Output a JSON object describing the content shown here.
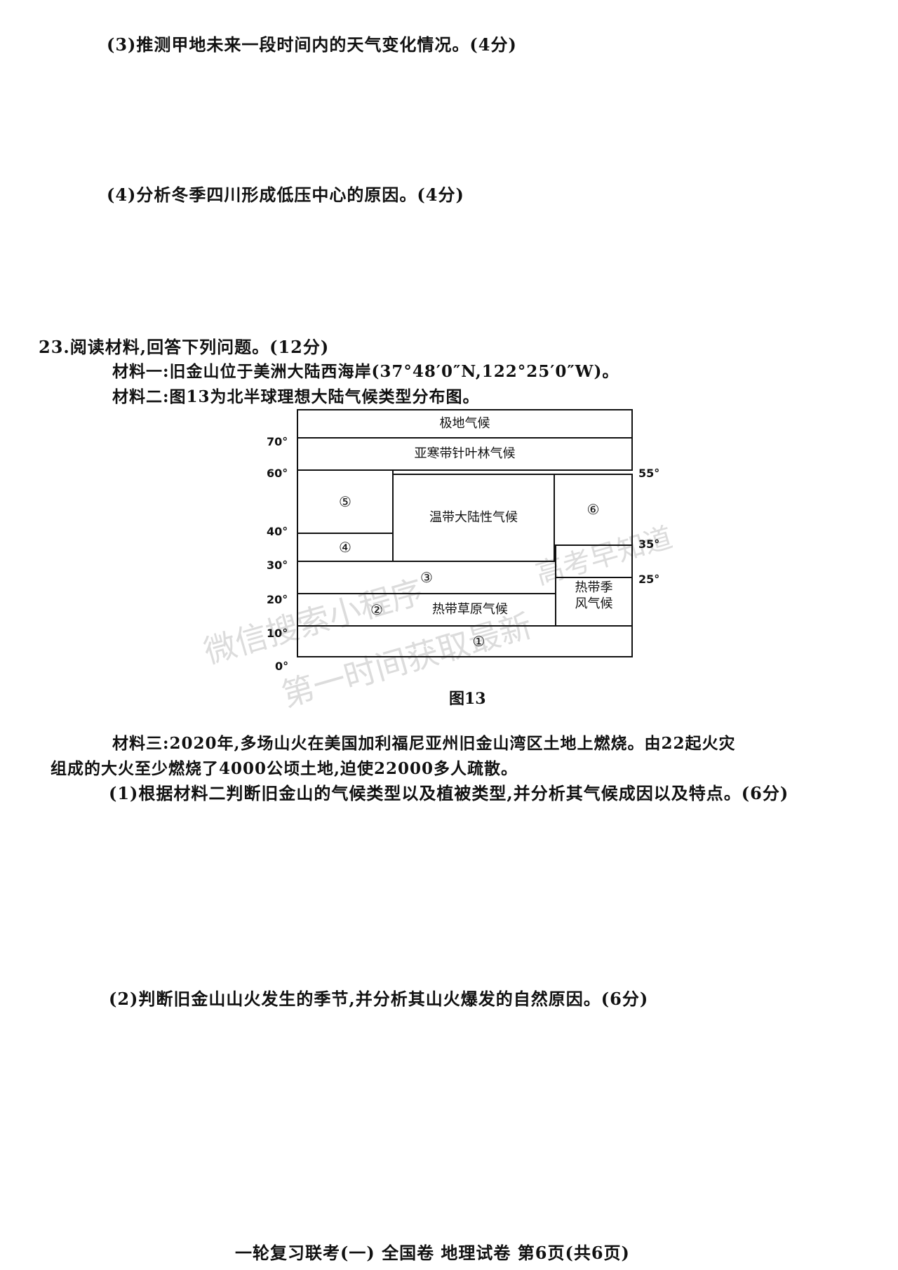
{
  "questions_top": {
    "q3": "(3)推测甲地未来一段时间内的天气变化情况。(4分)",
    "q4": "(4)分析冬季四川形成低压中心的原因。(4分)"
  },
  "q23": {
    "heading": "23.阅读材料,回答下列问题。(12分)",
    "material1": "材料一:旧金山位于美洲大陆西海岸(37°48′0″N,122°25′0″W)。",
    "material2": "材料二:图13为北半球理想大陆气候类型分布图。",
    "material3_line1": "材料三:2020年,多场山火在美国加利福尼亚州旧金山湾区土地上燃烧。由22起火灾",
    "material3_line2": "组成的大火至少燃烧了4000公顷土地,迫使22000多人疏散。",
    "sub1": "(1)根据材料二判断旧金山的气候类型以及植被类型,并分析其气候成因以及特点。(6分)",
    "sub2": "(2)判断旧金山山火发生的季节,并分析其山火爆发的自然原因。(6分)"
  },
  "figure": {
    "caption": "图13",
    "zones": {
      "polar": "极地气候",
      "subarctic": "亚寒带针叶林气候",
      "temperate_continental": "温带大陆性气候",
      "tropical_grassland": "热带草原气候",
      "tropical_monsoon_l1": "热带季",
      "tropical_monsoon_l2": "风气候",
      "z1": "①",
      "z2": "②",
      "z3": "③",
      "z4": "④",
      "z5": "⑤",
      "z6": "⑥"
    },
    "left_lat": [
      "70°",
      "60°",
      "40°",
      "30°",
      "20°",
      "10°",
      "0°"
    ],
    "right_lat": [
      "55°",
      "35°",
      "25°"
    ]
  },
  "watermark": {
    "line1": "微信搜索小程序",
    "line2": "第一时间获取最新",
    "line3": "高考早知道"
  },
  "footer": "一轮复习联考(一) 全国卷 地理试卷 第6页(共6页)"
}
